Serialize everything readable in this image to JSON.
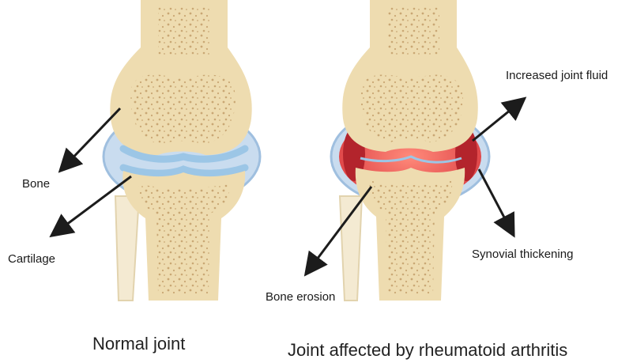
{
  "labels": {
    "bone": "Bone",
    "cartilage": "Cartilage",
    "bone_erosion": "Bone erosion",
    "increased_joint_fluid": "Increased joint fluid",
    "synovial_thickening": "Synovial thickening"
  },
  "captions": {
    "normal": "Normal joint",
    "affected": "Joint affected by rheumatoid arthritis"
  },
  "colors": {
    "bone": "#eedcb0",
    "bone_spots": "#c9a774",
    "capsule": "#bcd4ec",
    "cartilage": "#9cc6e6",
    "inflammation": "#e0484a",
    "fluid": "#b3242c",
    "arrow": "#1c1c1c"
  }
}
